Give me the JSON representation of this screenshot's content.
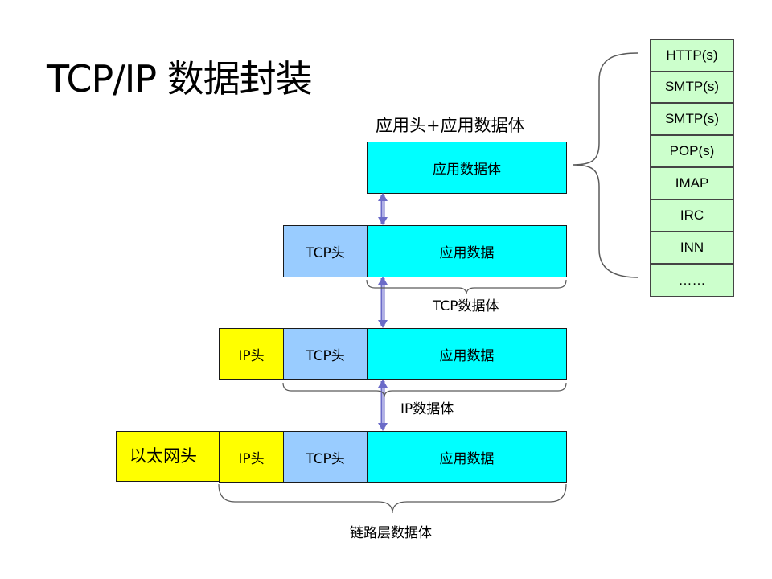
{
  "title": "TCP/IP 数据封装",
  "app_header_label": "应用头+应用数据体",
  "layers": {
    "application": {
      "data": "应用数据体"
    },
    "tcp": {
      "header": "TCP头",
      "data": "应用数据",
      "body_label": "TCP数据体"
    },
    "ip": {
      "ip_header": "IP头",
      "tcp_header": "TCP头",
      "data": "应用数据",
      "body_label": "IP数据体"
    },
    "link": {
      "eth_header": "以太网头",
      "ip_header": "IP头",
      "tcp_header": "TCP头",
      "data": "应用数据",
      "body_label": "链路层数据体"
    }
  },
  "protocols": [
    "HTTP(s)",
    "SMTP(s)",
    "SMTP(s)",
    "POP(s)",
    "IMAP",
    "IRC",
    "INN",
    "……"
  ],
  "colors": {
    "app_data": "#00ffff",
    "tcp_header": "#99ccff",
    "ip_header": "#ffff00",
    "eth_header": "#ffff00",
    "protocol_cell": "#ccffcc",
    "arrow": "#6b6bc8"
  }
}
